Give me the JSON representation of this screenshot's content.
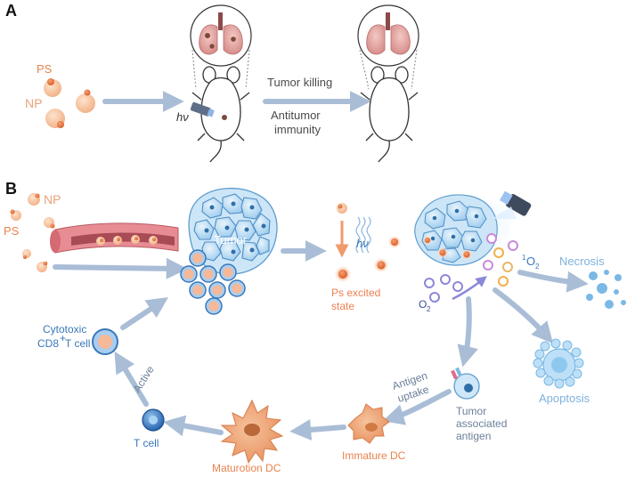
{
  "panels": {
    "a": "A",
    "b": "B"
  },
  "labels": {
    "ps_a": "PS",
    "np_a": "NP",
    "hv_a": "hν",
    "tumor_killing": "Tumor killing",
    "antitumor_1": "Antitumor",
    "antitumor_2": "immunity",
    "np_b": "NP",
    "ps_b": "PS",
    "tumor": "Tumor",
    "hv_b": "hν",
    "ps_excited_1": "Ps excited",
    "ps_excited_2": "state",
    "singlet_o2_sup": "1",
    "singlet_o2": "O",
    "singlet_o2_sub": "2",
    "o2": "O",
    "o2_sub": "2",
    "necrosis": "Necrosis",
    "apoptosis": "Apoptosis",
    "cytotoxic_1": "Cytotoxic",
    "cytotoxic_2": "CD8",
    "cytotoxic_sup": "+",
    "cytotoxic_3": " T cell",
    "active": "Active",
    "t_cell": "T cell",
    "maturation_dc": "Maturotion DC",
    "immature_dc": "Immature DC",
    "antigen_uptake_1": "Antigen",
    "antigen_uptake_2": "uptake",
    "taa_1": "Tumor",
    "taa_2": "associated",
    "taa_3": "antigen"
  },
  "colors": {
    "arrow": "#a9bdd6",
    "nanoparticle": "#f7c59f",
    "photosensitizer": "#e07545",
    "tumor_cell": "#a9d3ef",
    "immune_cell_blue": "#3a78b8",
    "dc": "#f0a878",
    "vessel": "#e88c93"
  }
}
